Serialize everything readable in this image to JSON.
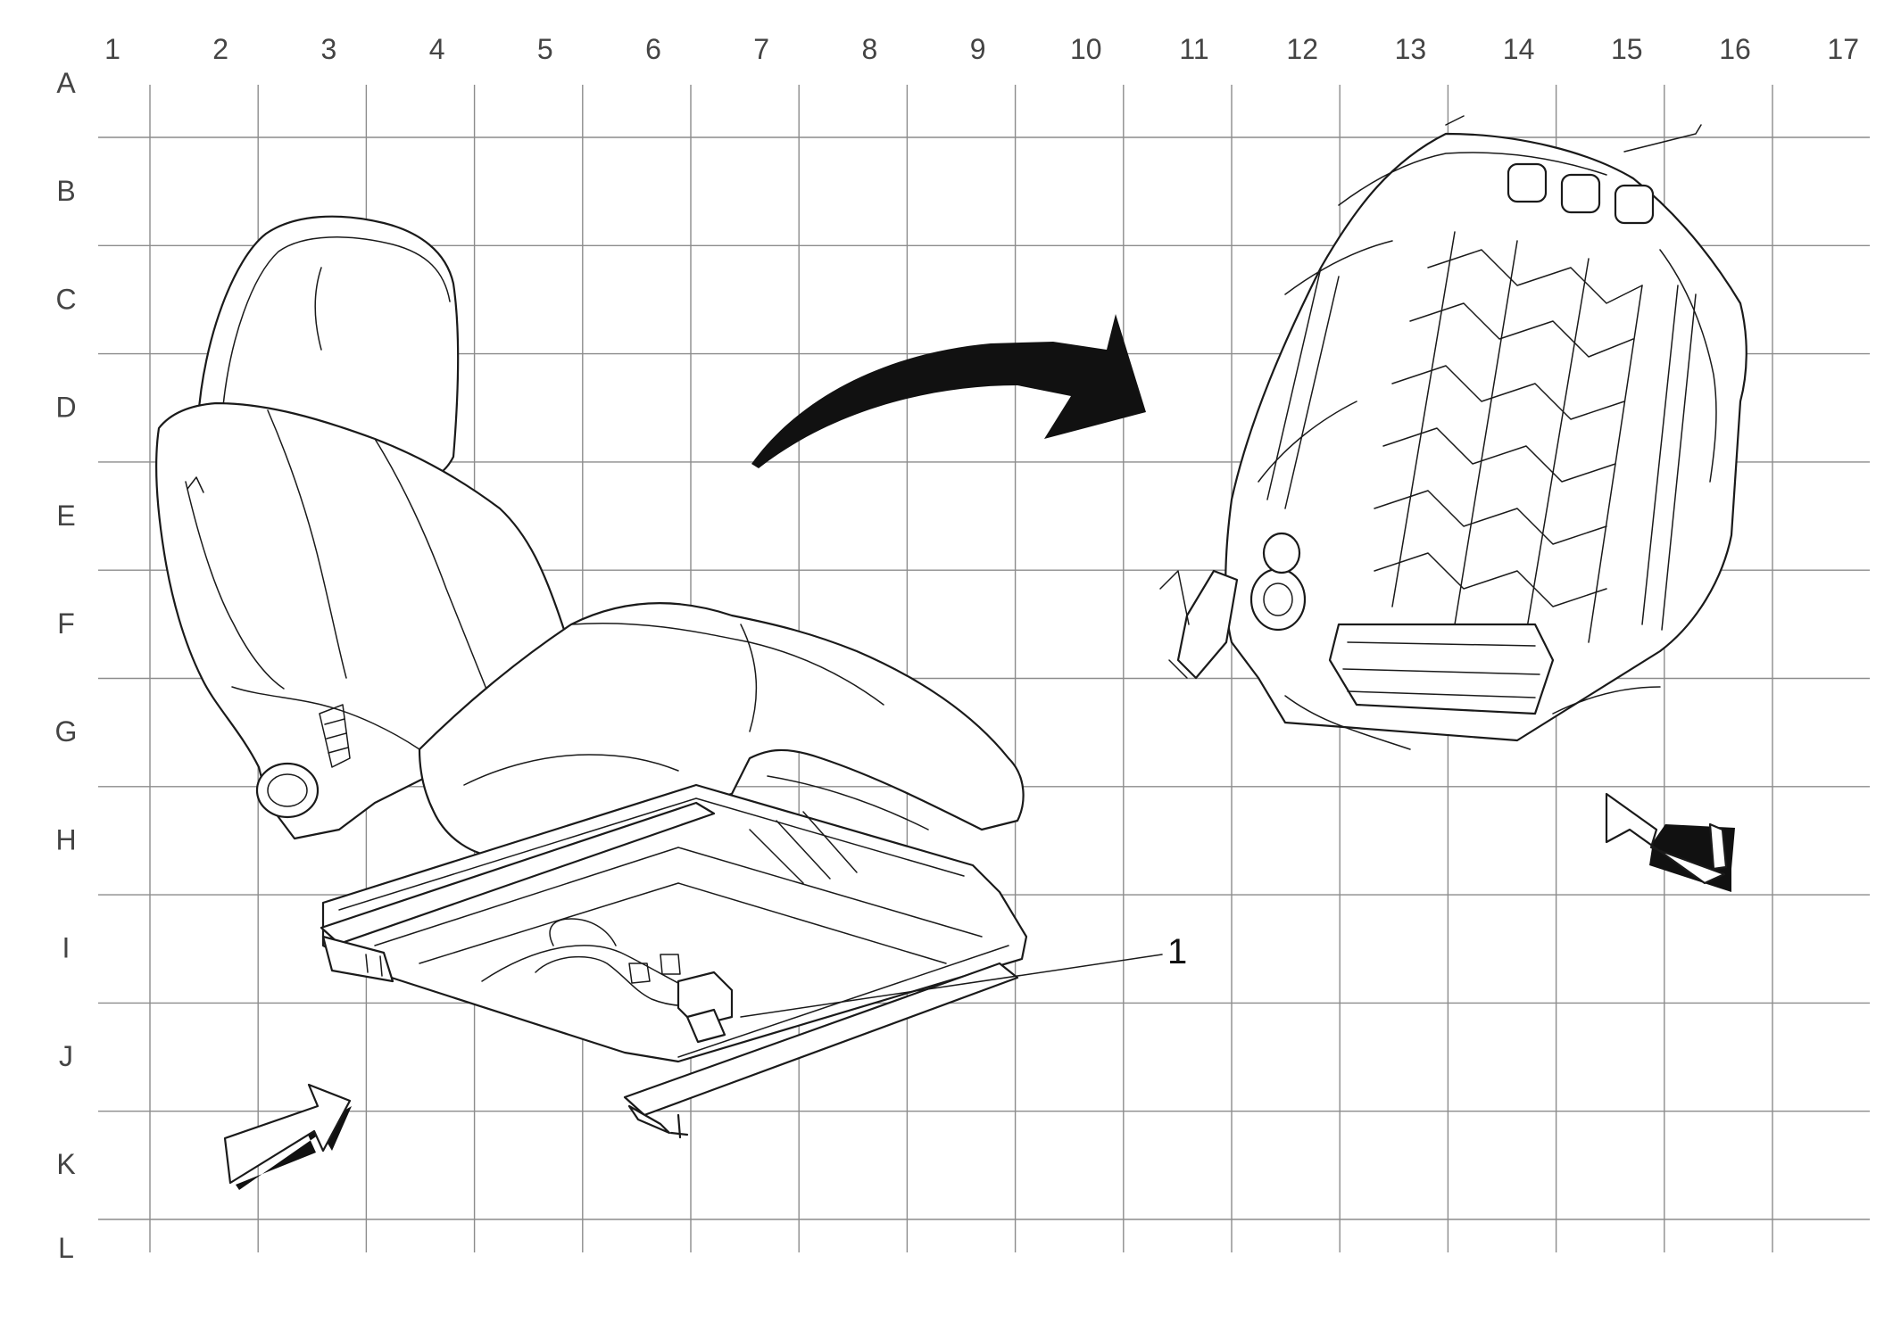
{
  "grid": {
    "columns": [
      "1",
      "2",
      "3",
      "4",
      "5",
      "6",
      "7",
      "8",
      "9",
      "10",
      "11",
      "12",
      "13",
      "14",
      "15",
      "16",
      "17"
    ],
    "rows": [
      "A",
      "B",
      "C",
      "D",
      "E",
      "F",
      "G",
      "H",
      "I",
      "J",
      "K",
      "L"
    ]
  },
  "callouts": [
    {
      "label": "1"
    }
  ],
  "colors": {
    "line": "#1a1a1a",
    "grid": "#8c8c8c",
    "label": "#444444"
  },
  "icons": [
    "curved-transition-arrow",
    "view-direction-arrow"
  ]
}
